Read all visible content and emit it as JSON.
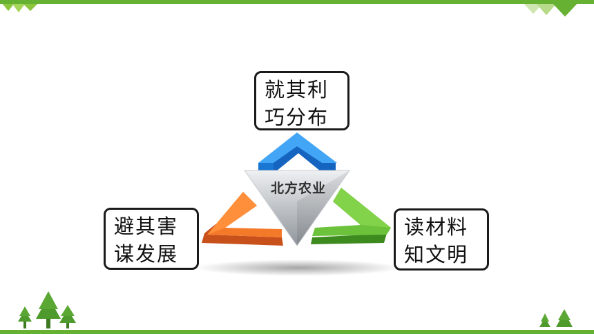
{
  "center_label": "北方农业",
  "boxes": {
    "top": {
      "line1": "就其利",
      "line2": "巧分布"
    },
    "left": {
      "line1": "避其害",
      "line2": "谋发展"
    },
    "right": {
      "line1": "读材料",
      "line2": "知文明"
    }
  },
  "colors": {
    "frame_green": "#66b032",
    "arrow_blue": "#1e88e5",
    "arrow_orange": "#f26b1d",
    "arrow_green": "#5cb531",
    "center_gray": "#a9aeb3"
  }
}
